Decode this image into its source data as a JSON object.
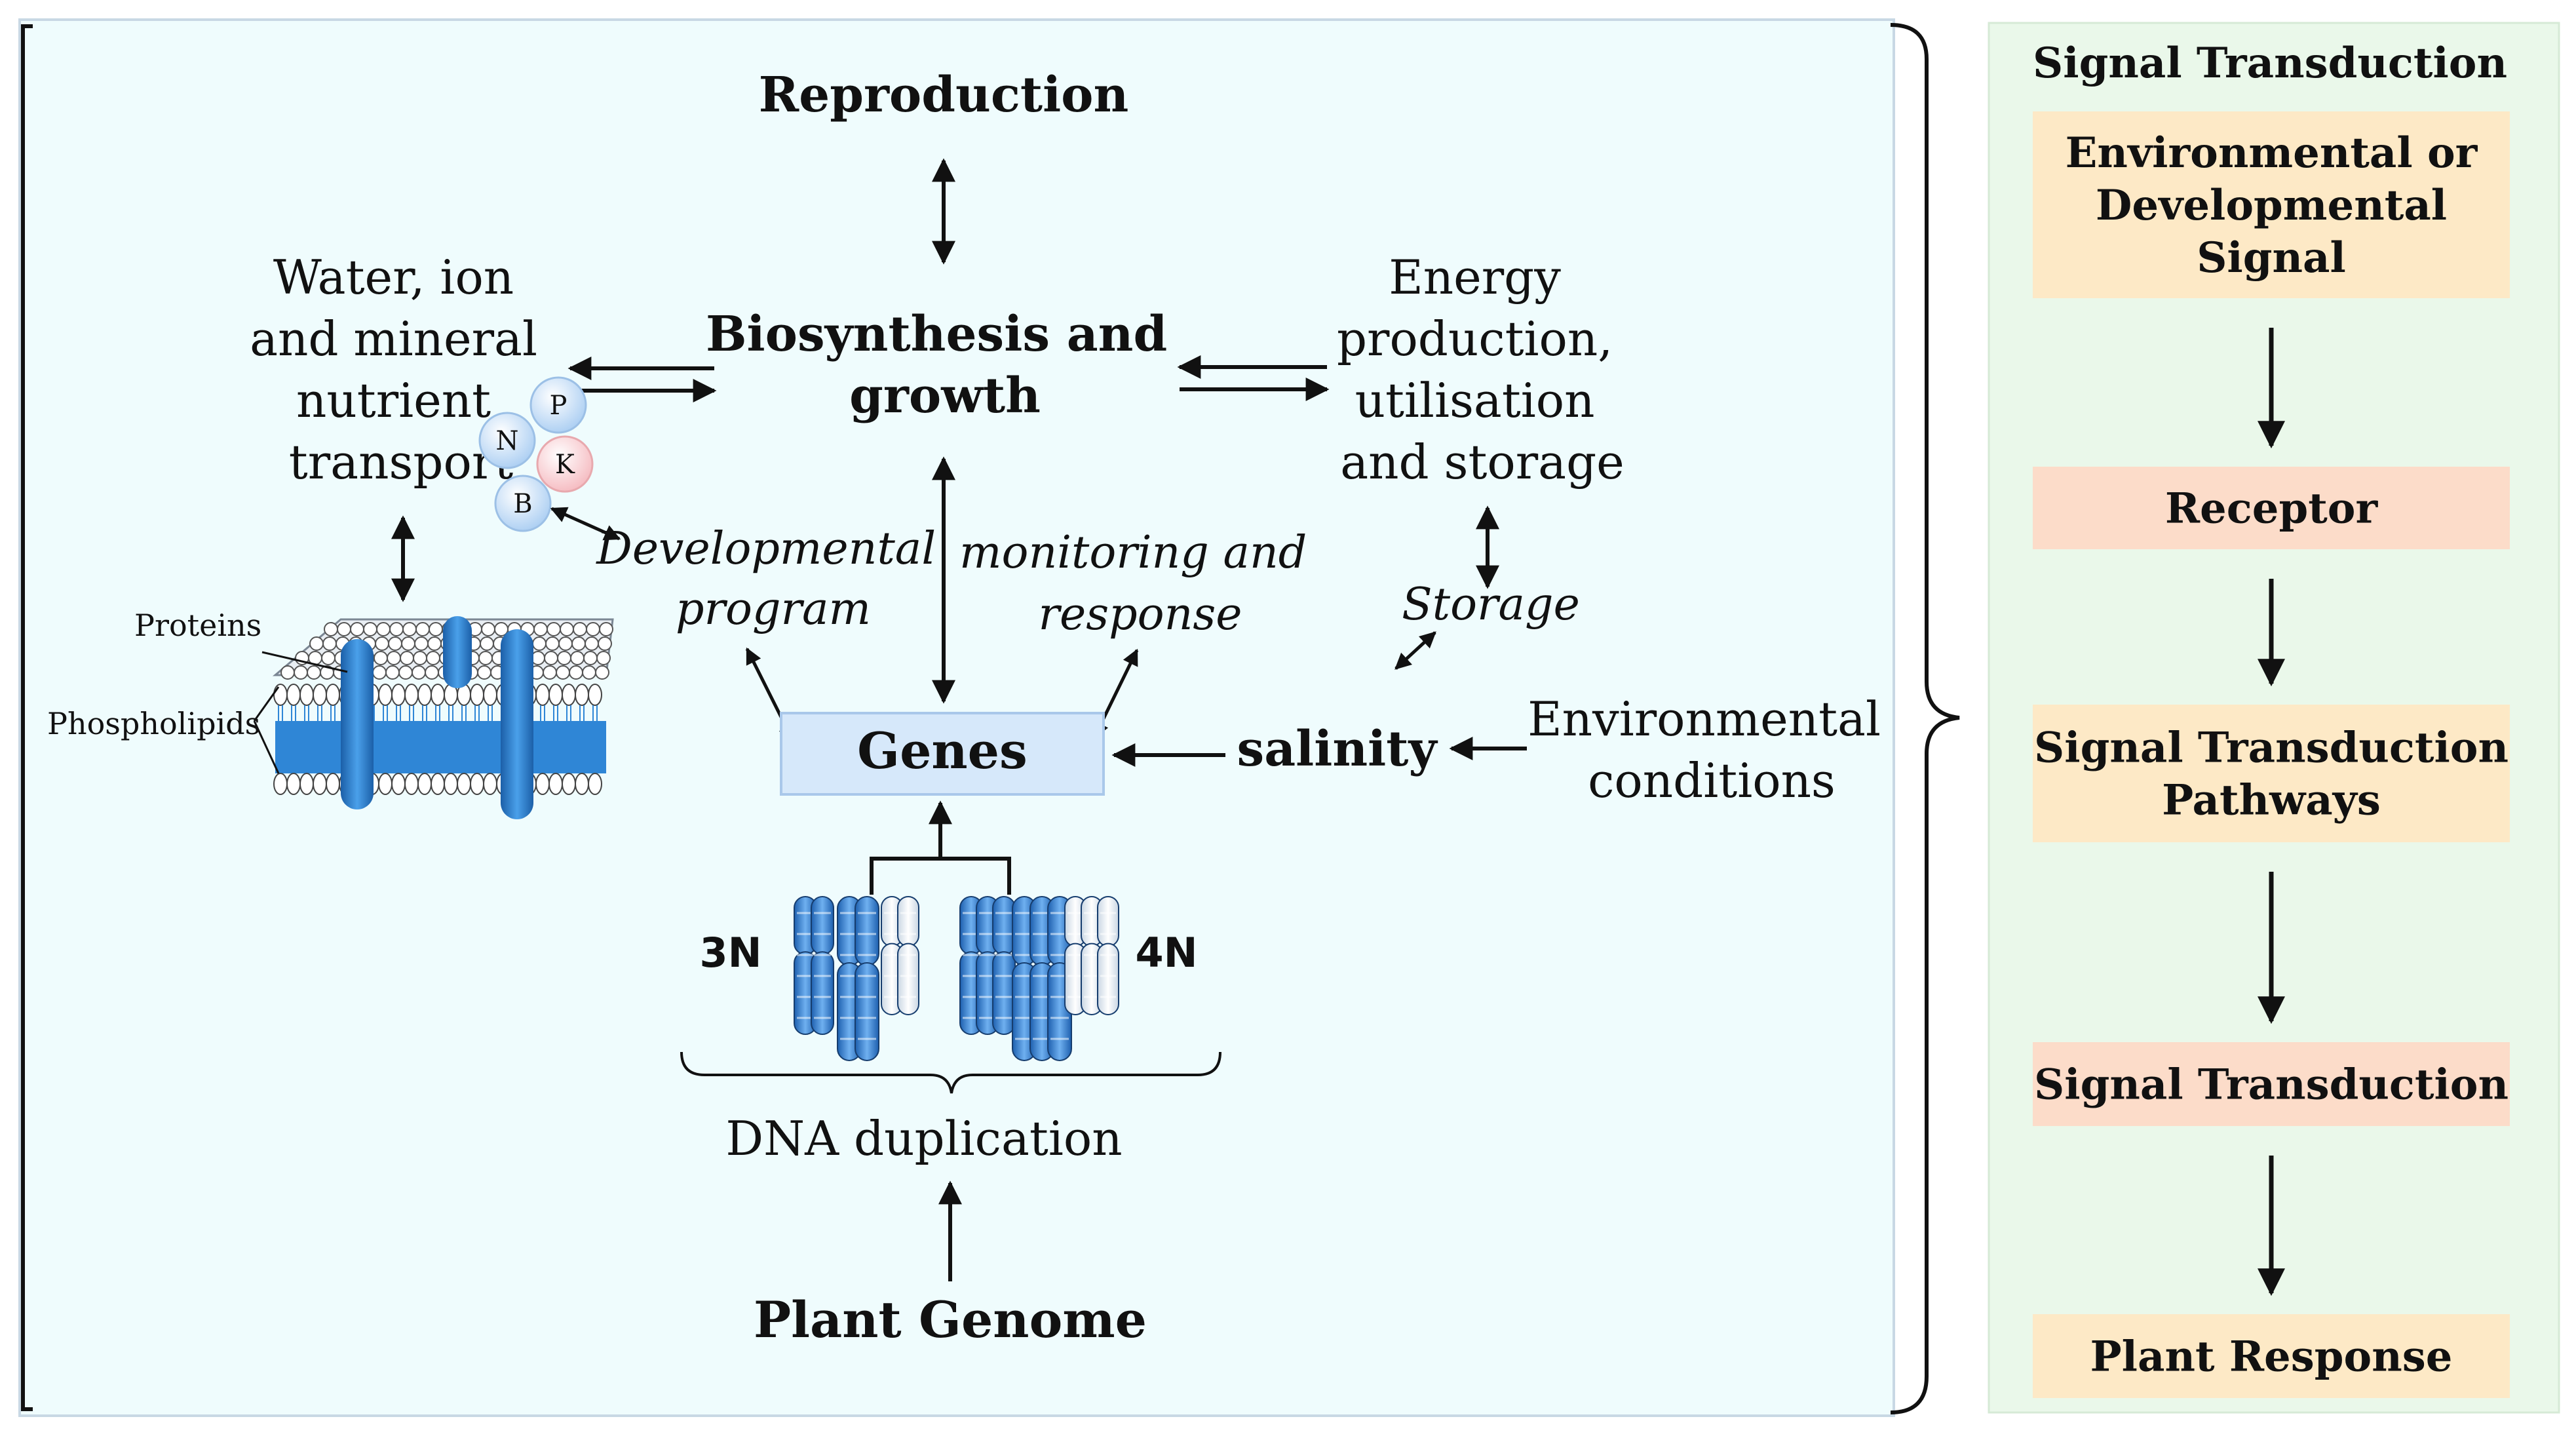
{
  "main": {
    "reproduction": "Reproduction",
    "biosynthesis": [
      "Biosynthesis and",
      "growth"
    ],
    "water_transport": [
      "Water, ion",
      "and mineral",
      "nutrient",
      "transport"
    ],
    "energy": [
      "Energy",
      "production,",
      "utilisation",
      "and storage"
    ],
    "nutrients": [
      "P",
      "N",
      "K",
      "B"
    ],
    "membrane": {
      "proteins_label": "Proteins",
      "phospholipids_label": "Phospholipids"
    },
    "developmental_program": [
      "Developmental",
      "program"
    ],
    "monitoring": [
      "monitoring and",
      "response"
    ],
    "storage": "Storage",
    "genes": "Genes",
    "salinity": "salinity",
    "environmental": [
      "Environmental",
      "conditions"
    ],
    "ploidy": {
      "left": "3N",
      "right": "4N"
    },
    "dna_duplication": "DNA duplication",
    "plant_genome": "Plant Genome"
  },
  "signal_panel": {
    "title": "Signal Transduction",
    "steps": [
      {
        "lines": [
          "Environmental or",
          "Developmental",
          "Signal"
        ],
        "color": "#fde9c6"
      },
      {
        "lines": [
          "Receptor"
        ],
        "color": "#fcdcc9"
      },
      {
        "lines": [
          "Signal Transduction",
          "Pathways"
        ],
        "color": "#fde9c6"
      },
      {
        "lines": [
          "Signal Transduction"
        ],
        "color": "#fcdcc9"
      },
      {
        "lines": [
          "Plant Response"
        ],
        "color": "#fde9c6"
      }
    ]
  },
  "colors": {
    "main_bg": "#effcfd",
    "side_bg": "#eaf8ea",
    "genes_box": "#d6e8fa",
    "chromosome_blue": "#2f78c8",
    "membrane_blue": "#2f86d6"
  }
}
